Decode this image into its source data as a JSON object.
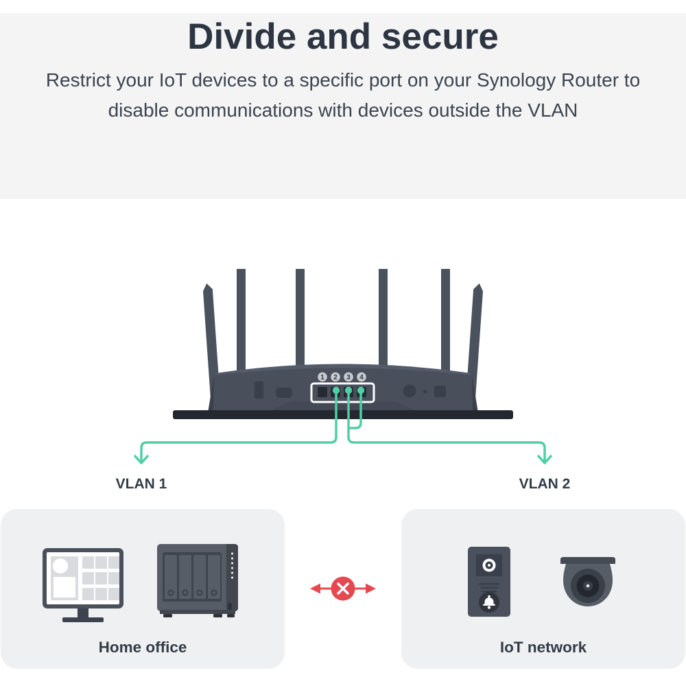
{
  "header": {
    "title": "Divide and secure",
    "subtitle_lines": [
      "Restrict your IoT devices to a specific port on your Synology Router to",
      "disable communications with devices outside the VLAN"
    ]
  },
  "router": {
    "device": "synology-router-rear-view",
    "antenna_count": 6,
    "ports": [
      "1",
      "2",
      "3",
      "4"
    ]
  },
  "connections": {
    "vlan1_label": "VLAN 1",
    "vlan2_label": "VLAN 2",
    "vlan1_source_port": "2",
    "vlan2_source_ports": [
      "3",
      "4"
    ]
  },
  "cards": {
    "home_office": {
      "label": "Home office",
      "icons": [
        "monitor-icon",
        "nas-icon"
      ]
    },
    "iot_network": {
      "label": "IoT network",
      "icons": [
        "doorbell-icon",
        "camera-icon"
      ]
    }
  },
  "blocked_indicator": {
    "icon": "blocked-x-between-arrows"
  },
  "colors": {
    "header_bg": "#F4F4F5",
    "card_bg": "#EFF0F2",
    "text_dark": "#2C3541",
    "label_dark": "#333C48",
    "cable_green": "#4ECFA4",
    "blocked_red": "#E4494F",
    "device_body": "#49505C",
    "device_mid": "#575D67",
    "device_dark_detail": "#3A404B",
    "port_circle": "#C7CAD1"
  }
}
